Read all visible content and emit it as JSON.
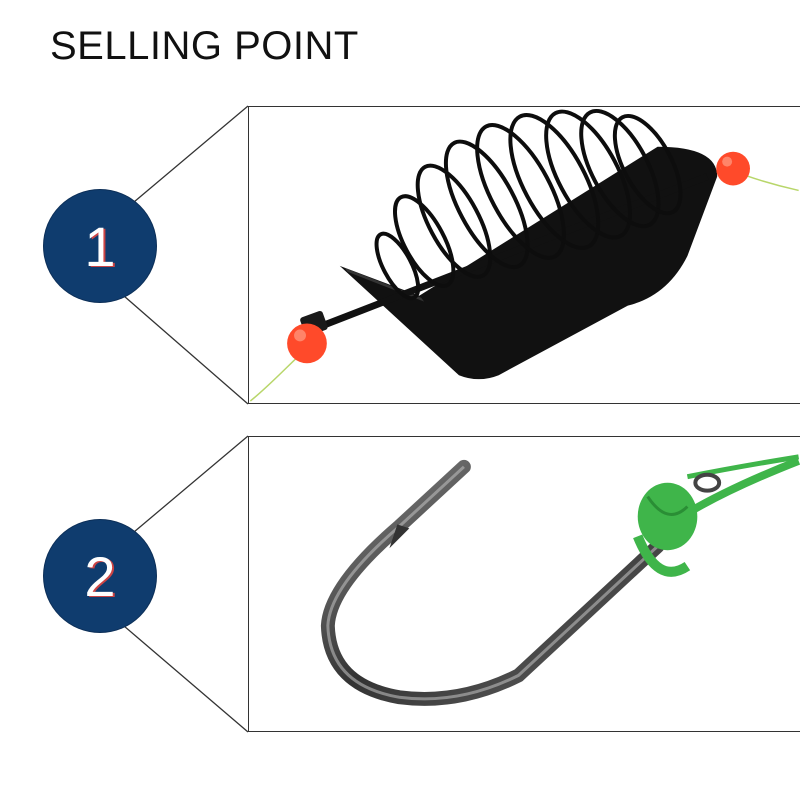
{
  "header": {
    "title": "SELLING POINT"
  },
  "points": [
    {
      "number": "1",
      "image_subject": "spring-feeder-cage"
    },
    {
      "number": "2",
      "image_subject": "fishing-hook"
    }
  ],
  "colors": {
    "badge": "#0f3c6e",
    "line": "#333333",
    "bead": "#ff4a2a",
    "leader_green": "#3fb54a"
  }
}
